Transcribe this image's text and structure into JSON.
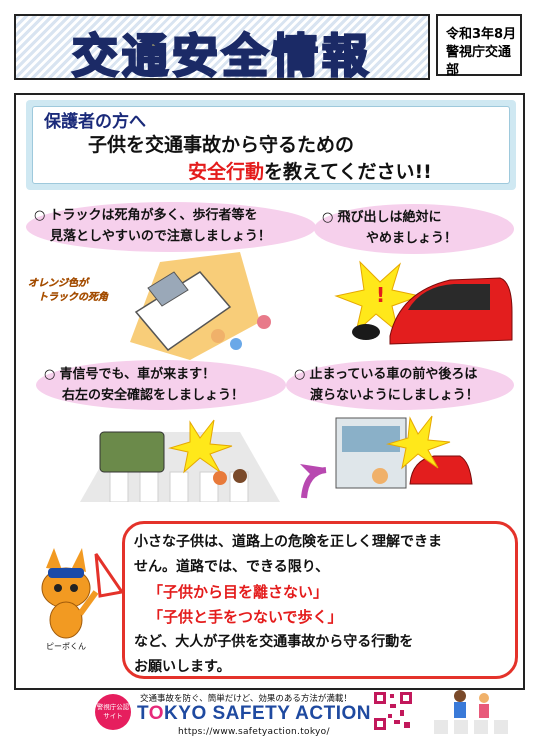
{
  "header": {
    "title": "交通安全情報",
    "date": "令和3年8月",
    "issuer": "警視庁交通部"
  },
  "banner": {
    "line1": "保護者の方へ",
    "line2": "子供を交通事故から守るための",
    "line3_highlight": "安全行動",
    "line3_rest": "を教えてください!!"
  },
  "tips": [
    {
      "line1": "トラックは死角が多く、歩行者等を",
      "line2": "見落としやすいので注意しましょう！"
    },
    {
      "line1": "飛び出しは絶対に",
      "line2": "やめましょう！"
    },
    {
      "line1": "青信号でも、車が来ます！",
      "line2": "右左の安全確認をしましょう！"
    },
    {
      "line1": "止まっている車の前や後ろは",
      "line2": "渡らないようにしましょう！"
    }
  ],
  "truck_caption": {
    "line1": "オレンジ色が",
    "line2": "トラックの死角"
  },
  "speech": {
    "line1": "小さな子供は、道路上の危険を正しく理解できま",
    "line2": "せん。道路では、できる限り、",
    "quote1": "「子供から目を離さない」",
    "quote2": "「子供と手をつないで歩く」",
    "line5": "など、大人が子供を交通事故から守る行動を",
    "line6": "お願いします。"
  },
  "mascot_label": "ピーポくん",
  "footer": {
    "tagline": "交通事故を防ぐ、簡単だけど、効果のある方法が満載！",
    "badge": "警視庁公認サイト",
    "brand_pre": "T",
    "brand_o": "O",
    "brand_post": "KYO SAFETY ACTION",
    "url": "https://www.safetyaction.tokyo/"
  },
  "colors": {
    "accent_red": "#e41c1c",
    "bubble_pink": "#f6d0ec",
    "title_yellow": "#e8d86a",
    "brand_blue": "#1f4aa0"
  }
}
